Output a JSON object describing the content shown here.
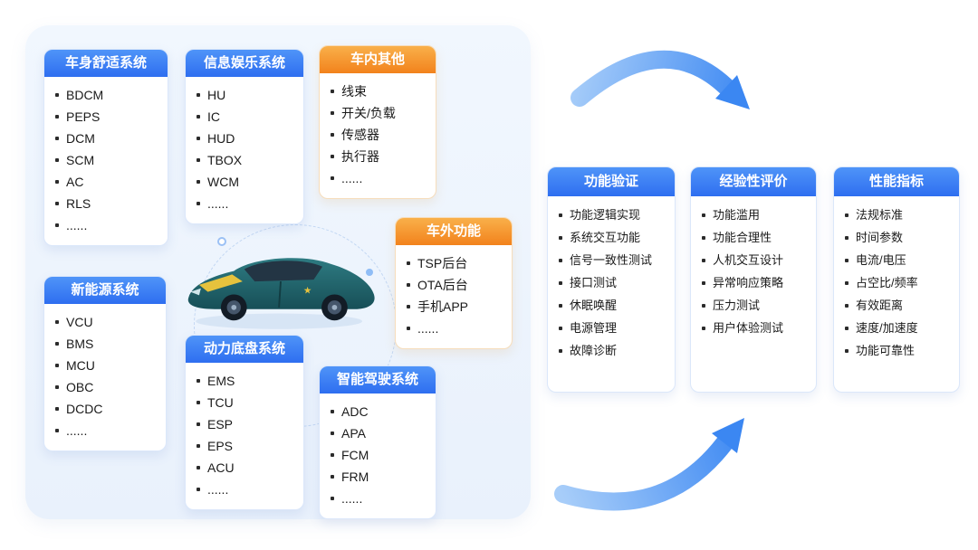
{
  "colors": {
    "blue_header_start": "#4f94f8",
    "blue_header_end": "#2e6ef0",
    "orange_header_start": "#f9b04a",
    "orange_header_end": "#f2821c",
    "panel_bg": "#ecf3fd",
    "arrow_light": "#a7cdf9",
    "arrow_dark": "#3b87f2",
    "card_text": "#1a1a1a"
  },
  "left_panel": {
    "cards": [
      {
        "title": "车身舒适系统",
        "theme": "blue",
        "items": [
          "BDCM",
          "PEPS",
          "DCM",
          "SCM",
          "AC",
          "RLS",
          "......"
        ]
      },
      {
        "title": "信息娱乐系统",
        "theme": "blue",
        "items": [
          "HU",
          "IC",
          "HUD",
          "TBOX",
          "WCM",
          "......"
        ]
      },
      {
        "title": "车内其他",
        "theme": "orange",
        "items": [
          "线束",
          "开关/负载",
          "传感器",
          "执行器",
          "......"
        ]
      },
      {
        "title": "车外功能",
        "theme": "orange",
        "items": [
          "TSP后台",
          "OTA后台",
          "手机APP",
          "......"
        ]
      },
      {
        "title": "新能源系统",
        "theme": "blue",
        "items": [
          "VCU",
          "BMS",
          "MCU",
          "OBC",
          "DCDC",
          "......"
        ]
      },
      {
        "title": "动力底盘系统",
        "theme": "blue",
        "items": [
          "EMS",
          "TCU",
          "ESP",
          "EPS",
          "ACU",
          "......"
        ]
      },
      {
        "title": "智能驾驶系统",
        "theme": "blue",
        "items": [
          "ADC",
          "APA",
          "FCM",
          "FRM",
          "......"
        ]
      }
    ]
  },
  "right_cards": [
    {
      "title": "功能验证",
      "items": [
        "功能逻辑实现",
        "系统交互功能",
        "信号一致性测试",
        "接口测试",
        "休眠唤醒",
        "电源管理",
        "故障诊断"
      ]
    },
    {
      "title": "经验性评价",
      "items": [
        "功能滥用",
        "功能合理性",
        "人机交互设计",
        "异常响应策略",
        "压力测试",
        "用户体验测试"
      ]
    },
    {
      "title": "性能指标",
      "items": [
        "法规标准",
        "时间参数",
        "电流/电压",
        "占空比/频率",
        "有效距离",
        "速度/加速度",
        "功能可靠性"
      ]
    }
  ],
  "icons": {
    "car_illustration": "sports-car-side-view",
    "flow_arrow": "curved-swoosh-arrow"
  }
}
